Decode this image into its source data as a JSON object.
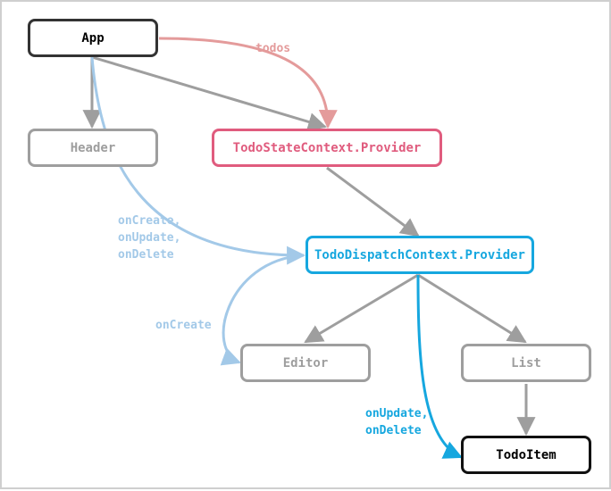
{
  "nodes": {
    "app": "App",
    "header": "Header",
    "state_provider": "TodoStateContext.Provider",
    "dispatch_provider": "TodoDispatchContext.Provider",
    "editor": "Editor",
    "list": "List",
    "todo_item": "TodoItem"
  },
  "edge_labels": {
    "todos": "todos",
    "app_dispatch": [
      "onCreate,",
      "onUpdate,",
      "onDelete"
    ],
    "dispatch_editor": "onCreate",
    "dispatch_item": [
      "onUpdate,",
      "onDelete"
    ]
  },
  "colors": {
    "dark": "#222222",
    "gray": "#9e9e9e",
    "pink": "#e05c7e",
    "pink_arrow": "#e49b9b",
    "blue": "#16a7df",
    "light_blue": "#a3c9e8"
  }
}
